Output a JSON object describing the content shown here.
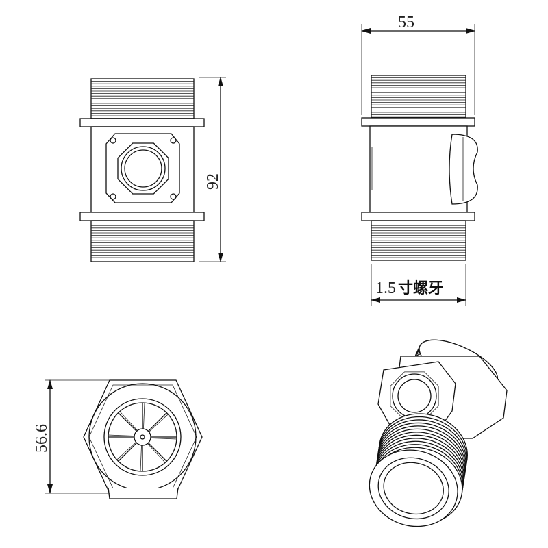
{
  "dimensions": {
    "width_label": "55",
    "length_label": "92",
    "thread_label_number": "1.5",
    "thread_label_text": "寸螺牙",
    "hex_label": "56.6"
  },
  "views": [
    "front-view",
    "side-view",
    "end-view",
    "isometric-view"
  ]
}
